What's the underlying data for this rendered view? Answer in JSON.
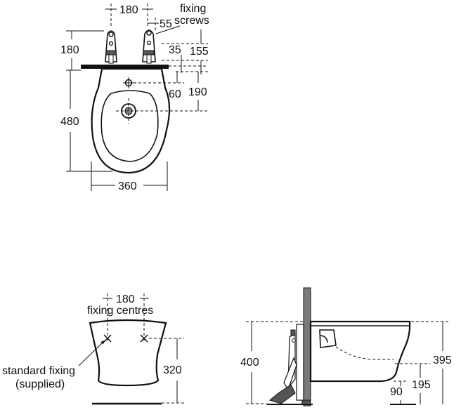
{
  "plan_view": {
    "dim_fixing_spacing": "180",
    "dim_screw_offset": "55",
    "label_fixing_screws_line1": "fixing",
    "label_fixing_screws_line2": "screws",
    "dim_bracket_height": "180",
    "dim_35": "35",
    "dim_155": "155",
    "dim_60": "60",
    "dim_190": "190",
    "dim_length": "480",
    "dim_width": "360"
  },
  "front_view": {
    "dim_fixing_centres": "180",
    "label_fixing_centres": "fixing centres",
    "label_standard_fixing_line1": "standard fixing",
    "label_standard_fixing_line2": "(supplied)",
    "dim_fixing_height": "320"
  },
  "side_view": {
    "dim_total_height": "400",
    "dim_rim_height": "395",
    "dim_195": "195",
    "dim_90": "90"
  }
}
